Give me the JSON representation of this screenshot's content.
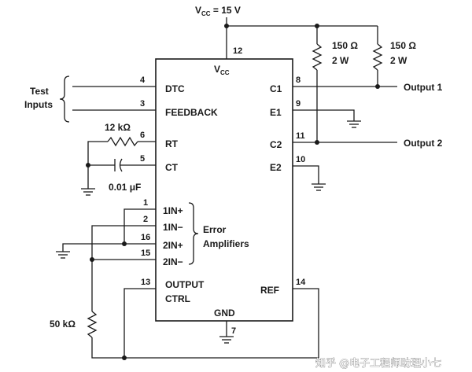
{
  "supply": {
    "main": "V",
    "sub": "CC",
    "value": " = 15 V"
  },
  "chip": {
    "vcc_main": "V",
    "vcc_sub": "CC",
    "left_pins": [
      {
        "num": "4",
        "name": "DTC"
      },
      {
        "num": "3",
        "name": "FEEDBACK"
      },
      {
        "num": "6",
        "name": "RT"
      },
      {
        "num": "5",
        "name": "CT"
      },
      {
        "num": "1",
        "name": "1IN+"
      },
      {
        "num": "2",
        "name": "1IN−"
      },
      {
        "num": "16",
        "name": "2IN+"
      },
      {
        "num": "15",
        "name": "2IN−"
      },
      {
        "num": "13",
        "name": "OUTPUT"
      }
    ],
    "ctrl_label": "CTRL",
    "right_pins": [
      {
        "num": "8",
        "name": "C1"
      },
      {
        "num": "9",
        "name": "E1"
      },
      {
        "num": "11",
        "name": "C2"
      },
      {
        "num": "10",
        "name": "E2"
      },
      {
        "num": "14",
        "name": "REF"
      }
    ],
    "top_pin": "12",
    "gnd_label": "GND",
    "gnd_pin": "7"
  },
  "resistors": {
    "r1": {
      "value": "150 Ω",
      "power": "2 W"
    },
    "r2": {
      "value": "150 Ω",
      "power": "2 W"
    },
    "rt": "12 kΩ",
    "pot": "50 kΩ"
  },
  "capacitor": "0.01 μF",
  "test_inputs": [
    "Test",
    "Inputs"
  ],
  "error_amps": [
    "Error",
    "Amplifiers"
  ],
  "outputs": [
    "Output 1",
    "Output 2"
  ],
  "watermark": "知乎 @电子工程师助理小七"
}
